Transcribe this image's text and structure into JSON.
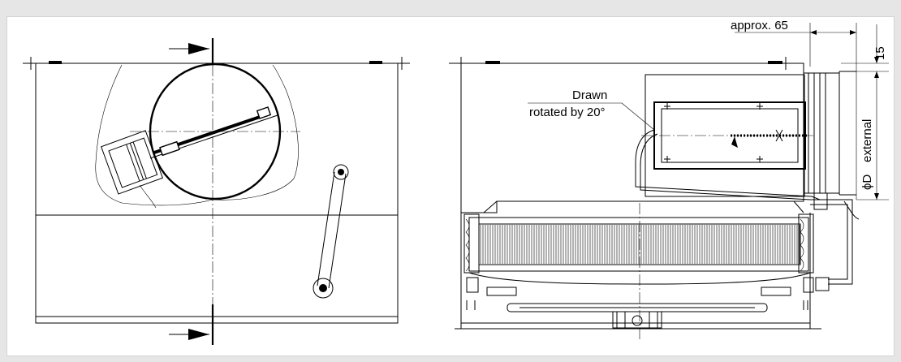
{
  "labels": {
    "approx": "approx. 65",
    "dim15": "15",
    "drawn_line1": "Drawn",
    "drawn_line2": "rotated by 20°",
    "external": "external",
    "phiD": "ϕD"
  },
  "colors": {
    "background": "#e6e6e6",
    "panel": "#ffffff",
    "line": "#000000"
  }
}
